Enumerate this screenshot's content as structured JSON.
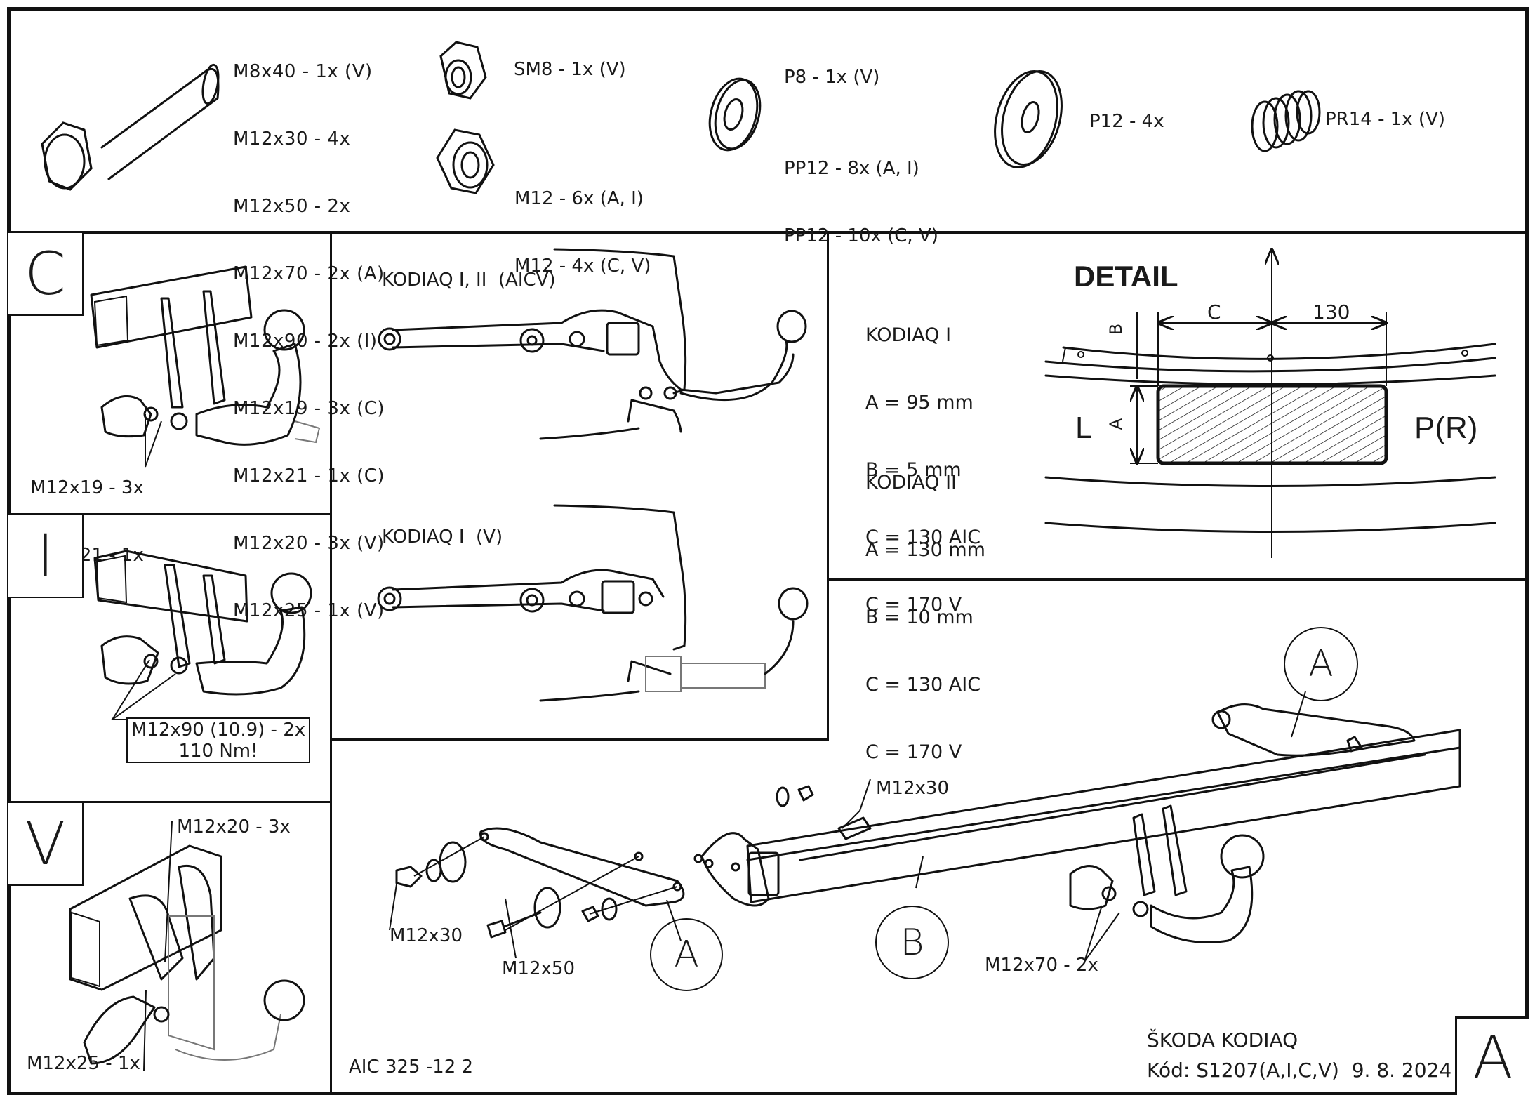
{
  "document": {
    "title": "ŠKODA KODIAQ",
    "code_line": "Kód: S1207(A,I,C,V)  9. 8. 2024",
    "drawing_number": "AIC 325 -12 2",
    "sheet_variant": "A"
  },
  "parts": {
    "bolts": [
      "M8x40 - 1x (V)",
      "M12x30 - 4x",
      "M12x50 - 2x",
      "M12x70 - 2x (A)",
      "M12x90 - 2x (I)",
      "M12x19 - 3x (C)",
      "M12x21 - 1x (C)",
      "M12x20 - 3x (V)",
      "M12x25 - 1x (V)"
    ],
    "self_locking_nut": "SM8 - 1x (V)",
    "nuts": [
      "M12 - 6x (A, I)",
      "M12 - 4x (C, V)"
    ],
    "washer_small": "P8 - 1x (V)",
    "washers_pp12": [
      "PP12 - 8x (A, I)",
      "PP12 - 10x (C, V)"
    ],
    "washer_large": "P12 - 4x",
    "spring": "PR14 - 1x (V)"
  },
  "variants": {
    "C": {
      "letter": "C",
      "labels": [
        "M12x19 - 3x",
        "M12x21 - 1x"
      ]
    },
    "I": {
      "letter": "I",
      "box_lines": [
        "M12x90 (10.9) - 2x",
        "110 Nm!"
      ]
    },
    "V": {
      "letter": "V",
      "label_top": "M12x20 - 3x",
      "label_bottom": "M12x25 - 1x"
    }
  },
  "side_views": {
    "top_title": "KODIAQ I, II  (AICV)",
    "bottom_title": "KODIAQ I  (V)"
  },
  "detail": {
    "title": "DETAIL",
    "kodiaq1": [
      "KODIAQ I",
      "A = 95 mm",
      "B = 5 mm",
      "C = 130 AIC",
      "C = 170 V"
    ],
    "kodiaq2": [
      "KODIAQ II",
      "A = 130 mm",
      "B = 10 mm",
      "C = 130 AIC",
      "C = 170 V"
    ],
    "dim_c": "C",
    "dim_130": "130",
    "dim_b": "B",
    "dim_a": "A",
    "left_side": "L",
    "right_side": "P(R)"
  },
  "assembly": {
    "callout_a_left": "A",
    "callout_a_right": "A",
    "callout_b": "B",
    "bolt_m12x30_left": "M12x30",
    "bolt_m12x50": "M12x50",
    "bolt_m12x30_right": "M12x30",
    "bolt_m12x70": "M12x70 - 2x"
  }
}
